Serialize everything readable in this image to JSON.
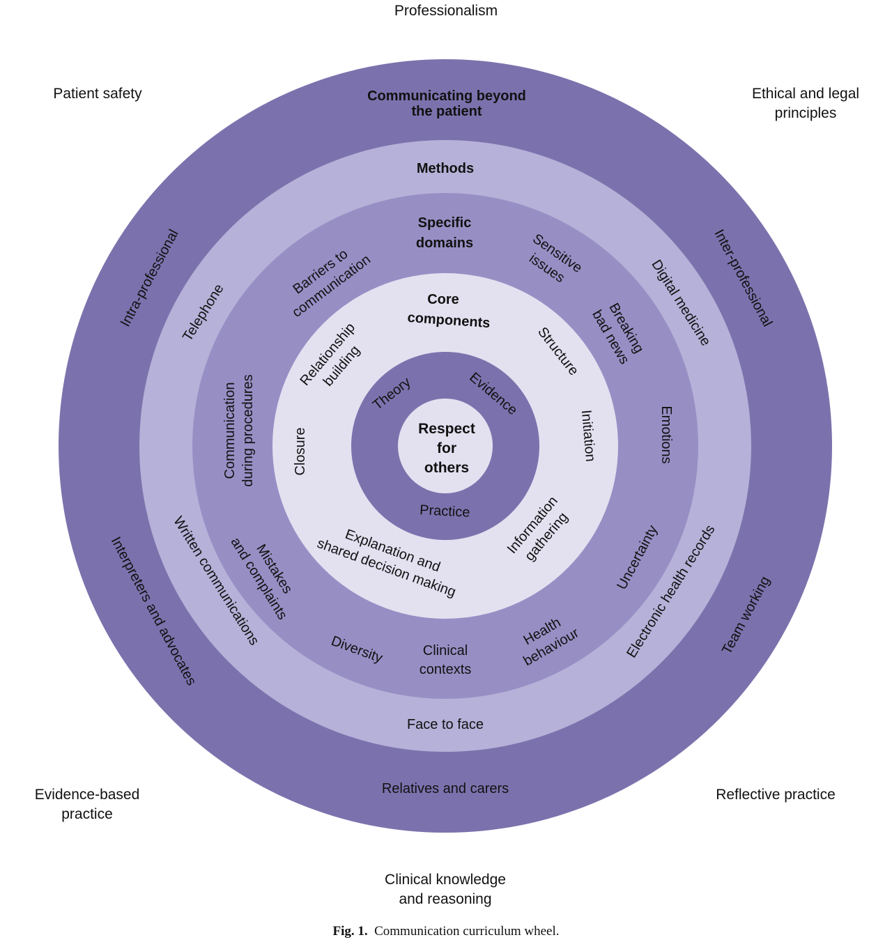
{
  "figure": {
    "caption_prefix": "Fig. 1.",
    "caption_text": "Communication curriculum wheel."
  },
  "colors": {
    "ring_outer": "#7b72ad",
    "ring_methods": "#b5b1d8",
    "ring_domains": "#978fc4",
    "ring_core": "#e3e1f0",
    "ring_foundations": "#7b72ad",
    "center": "#e3e1f0"
  },
  "outer_labels": {
    "top": "Professionalism",
    "top_left": "Patient safety",
    "top_right": "Ethical and legal\nprinciples",
    "bottom_left": "Evidence-based\npractice",
    "bottom_right": "Reflective practice",
    "bottom": "Clinical knowledge\nand reasoning"
  },
  "center": {
    "lines": [
      "Respect",
      "for",
      "others"
    ]
  },
  "rings": {
    "beyond_patient": {
      "title": [
        "Communicating beyond",
        "the patient"
      ],
      "items": [
        "Inter-professional",
        "Team working",
        "Relatives and carers",
        "Interpreters and advocates",
        "Intra-professional"
      ]
    },
    "methods": {
      "title": "Methods",
      "items": [
        "Digital medicine",
        "Electronic health records",
        "Face to face",
        "Written communications",
        "Telephone"
      ]
    },
    "specific_domains": {
      "title": [
        "Specific",
        "domains"
      ],
      "items": [
        [
          "Sensitive",
          "issues"
        ],
        [
          "Breaking",
          "bad news"
        ],
        [
          "Emotions"
        ],
        [
          "Uncertainty"
        ],
        [
          "Health",
          "behaviour"
        ],
        [
          "Clinical",
          "contexts"
        ],
        [
          "Diversity"
        ],
        [
          "Mistakes",
          "and complaints"
        ],
        [
          "Communication",
          "during procedures"
        ],
        [
          "Barriers to",
          "communication"
        ]
      ]
    },
    "core_components": {
      "title": [
        "Core",
        "components"
      ],
      "items": [
        [
          "Structure"
        ],
        [
          "Initiation"
        ],
        [
          "Information",
          "gathering"
        ],
        [
          "Explanation and",
          "shared decision making"
        ],
        [
          "Closure"
        ],
        [
          "Relationship",
          "building"
        ]
      ]
    },
    "foundations": {
      "items": [
        "Theory",
        "Evidence",
        "Practice"
      ]
    }
  }
}
